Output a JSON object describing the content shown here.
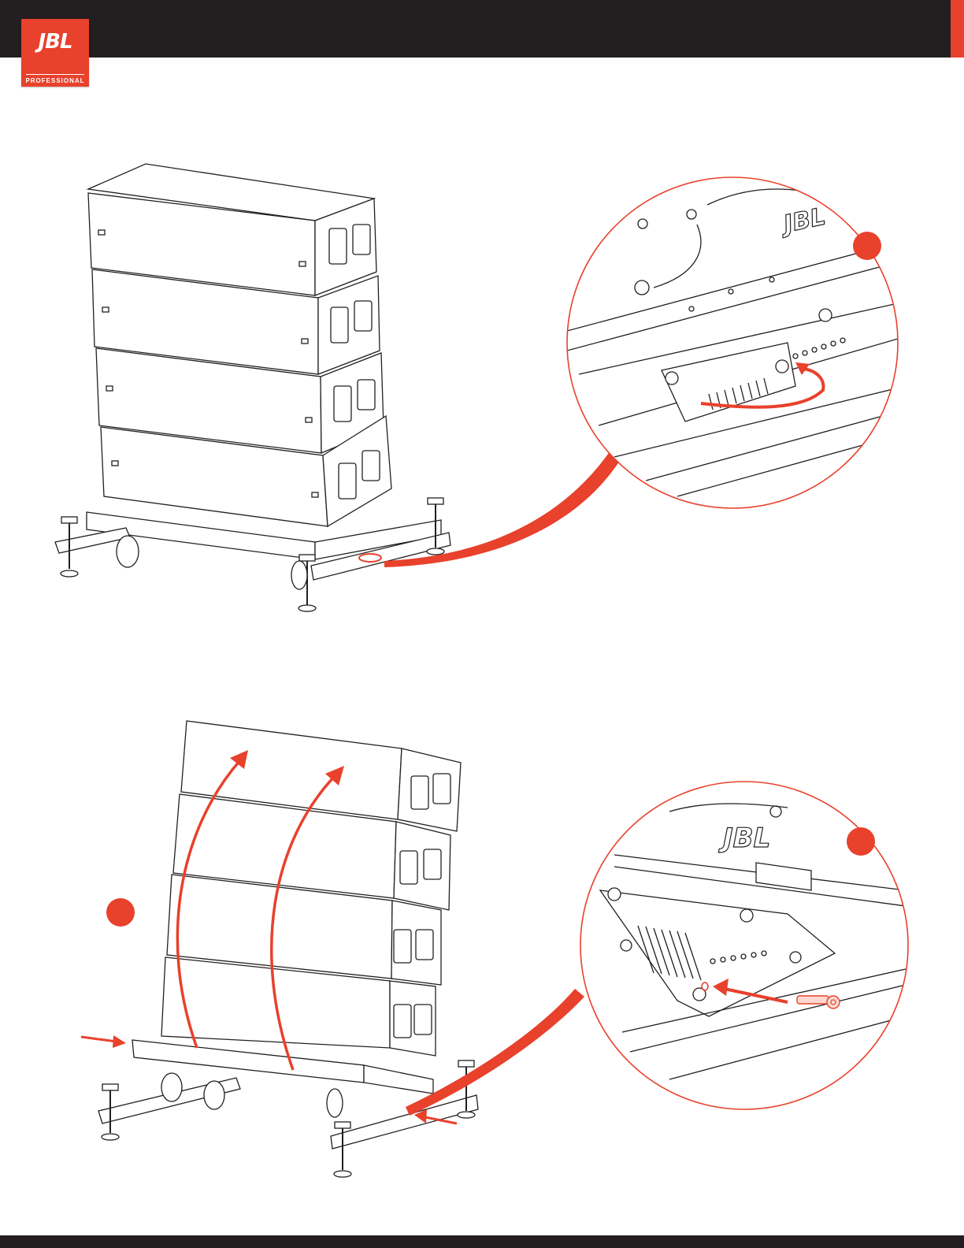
{
  "header": {
    "brand": "JBL",
    "brand_sub": "PROFESSIONAL",
    "bar_color": "#231f20",
    "accent_color": "#e8412c"
  },
  "figures": [
    {
      "panel": "top",
      "content": "speaker-array-on-ground-stack-frame",
      "detail": "pin-relocation-detail"
    },
    {
      "panel": "bottom",
      "content": "speaker-array-tilt-up",
      "detail": "pin-insertion-detail"
    }
  ],
  "detail_logo_text": "JBL"
}
